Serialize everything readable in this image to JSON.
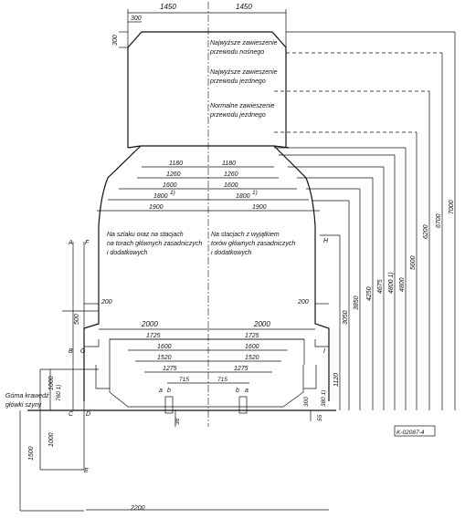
{
  "top_dims": {
    "left": "1450",
    "right": "1450",
    "corner_w": "300",
    "corner_h": "300"
  },
  "notes": {
    "highest_carrier": [
      "Najwyższe zawieszenie",
      "przewodu nośnego"
    ],
    "highest_contact": [
      "Najwyższe zawieszenie",
      "przewodu jezdnego"
    ],
    "normal_contact": [
      "Normalne zawieszenie",
      "przewodu jezdnego"
    ],
    "left_text": [
      "Na szlaku oraz na stacjach",
      "na torach głównych zasadniczych",
      "i dodatkowych"
    ],
    "right_text": [
      "Na stacjach z wyjątkiem",
      "torów głównych zasadniczych",
      "i dodatkowych"
    ],
    "rail_head": [
      "Górna krawędź",
      "główki szyny"
    ]
  },
  "half_widths": {
    "w1180": "1180",
    "w1260": "1260",
    "w1600": "1600",
    "w1800": "1800",
    "w1900": "1900",
    "w2000": "2000",
    "w1725": "1725",
    "w1520": "1520",
    "w1275": "1275",
    "w715": "715"
  },
  "footnote_mark": "1)",
  "heights": {
    "h7000": "7000",
    "h6700": "6700",
    "h6200": "6200",
    "h5600": "5600",
    "h4800": "4800",
    "h4800_note": "4800 1)",
    "h4675": "4675",
    "h4250": "4250",
    "h3850": "3850",
    "h3050": "3050",
    "h1120": "1120",
    "h380": "380 1)",
    "h300": "300",
    "h500": "500",
    "h1000": "1000",
    "h760": "760 1)",
    "h1000b": "1000",
    "h1500": "1500",
    "h55": "55",
    "h38": "38"
  },
  "side_dims": {
    "left200": "200",
    "right200": "200",
    "bottom2200": "2200"
  },
  "points": {
    "A": "A",
    "F": "F",
    "B": "B",
    "G": "G",
    "C": "C",
    "D": "D",
    "E": "E",
    "H": "H",
    "I": "I"
  },
  "wheel_labels": {
    "a": "a",
    "b": "b"
  },
  "drawing_id": "K-02087-4"
}
